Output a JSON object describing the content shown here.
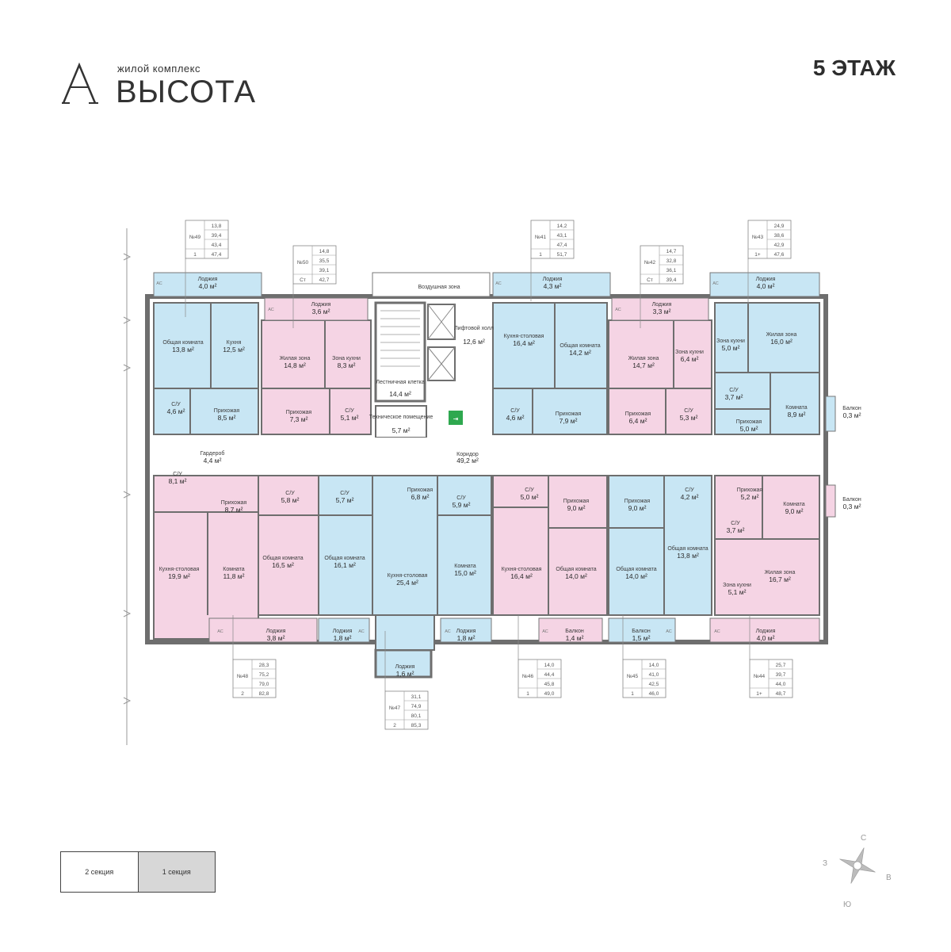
{
  "header": {
    "brand_subtitle": "жилой комплекс",
    "brand_name": "ВЫСОТА",
    "floor_title": "5 ЭТАЖ"
  },
  "colors": {
    "blue_unit": "#c8e6f4",
    "pink_unit": "#f5d4e4",
    "wall": "#6e6e6e",
    "common": "#ffffff"
  },
  "sections": {
    "left": "2 секция",
    "right": "1 секция",
    "active": "right"
  },
  "compass": {
    "north": "С",
    "west": "З",
    "east": "В",
    "south": "Ю"
  },
  "common_areas": {
    "air_zone": "Воздушная зона",
    "lift_hall_label": "Лифтовой холл",
    "lift_hall_area": "12,6 м²",
    "stair_label": "Лестничная клетка",
    "stair_area": "14,4 м²",
    "tech_label": "Техническое помещение",
    "tech_area": "5,7 м²",
    "corridor_label": "Коридор",
    "corridor_area": "49,2 м²",
    "ac": "АС"
  },
  "apartments": [
    {
      "no": "№49",
      "rows": [
        "13,8",
        "39,4",
        "43,4",
        "47,4"
      ],
      "rooms": "1"
    },
    {
      "no": "№50",
      "rows": [
        "14,8",
        "35,5",
        "39,1",
        "42,7"
      ],
      "rooms": "Ст"
    },
    {
      "no": "№41",
      "rows": [
        "14,2",
        "43,1",
        "47,4",
        "51,7"
      ],
      "rooms": "1"
    },
    {
      "no": "№42",
      "rows": [
        "14,7",
        "32,8",
        "36,1",
        "39,4"
      ],
      "rooms": "Ст"
    },
    {
      "no": "№43",
      "rows": [
        "24,9",
        "38,6",
        "42,9",
        "47,6"
      ],
      "rooms": "1+"
    },
    {
      "no": "№48",
      "rows": [
        "28,3",
        "75,2",
        "79,0",
        "82,8"
      ],
      "rooms": "2"
    },
    {
      "no": "№47",
      "rows": [
        "31,1",
        "74,9",
        "80,1",
        "85,3"
      ],
      "rooms": "2"
    },
    {
      "no": "№46",
      "rows": [
        "14,0",
        "44,4",
        "45,8",
        "49,0"
      ],
      "rooms": "1"
    },
    {
      "no": "№45",
      "rows": [
        "14,0",
        "41,0",
        "42,5",
        "46,0"
      ],
      "rooms": "1"
    },
    {
      "no": "№44",
      "rows": [
        "25,7",
        "39,7",
        "44,0",
        "48,7"
      ],
      "rooms": "1+"
    }
  ],
  "rooms": [
    {
      "label": "Лоджия",
      "area": "4,0 м²"
    },
    {
      "label": "Общая комната",
      "area": "13,8 м²"
    },
    {
      "label": "Кухня",
      "area": "12,5 м²"
    },
    {
      "label": "С/У",
      "area": "4,6 м²"
    },
    {
      "label": "Прихожая",
      "area": "8,5 м²"
    },
    {
      "label": "Лоджия",
      "area": "3,6 м²"
    },
    {
      "label": "Жилая зона",
      "area": "14,8 м²"
    },
    {
      "label": "Зона кухни",
      "area": "8,3 м²"
    },
    {
      "label": "Прихожая",
      "area": "7,3 м²"
    },
    {
      "label": "С/У",
      "area": "5,1 м²"
    },
    {
      "label": "Лоджия",
      "area": "4,3 м²"
    },
    {
      "label": "Кухня-столовая",
      "area": "16,4 м²"
    },
    {
      "label": "Общая комната",
      "area": "14,2 м²"
    },
    {
      "label": "С/У",
      "area": "4,6 м²"
    },
    {
      "label": "Прихожая",
      "area": "7,9 м²"
    },
    {
      "label": "Лоджия",
      "area": "3,3 м²"
    },
    {
      "label": "Жилая зона",
      "area": "14,7 м²"
    },
    {
      "label": "Зона кухни",
      "area": "6,4 м²"
    },
    {
      "label": "Прихожая",
      "area": "6,4 м²"
    },
    {
      "label": "С/У",
      "area": "5,3 м²"
    },
    {
      "label": "Лоджия",
      "area": "4,0 м²"
    },
    {
      "label": "Зона кухни",
      "area": "5,0 м²"
    },
    {
      "label": "Жилая зона",
      "area": "16,0 м²"
    },
    {
      "label": "С/У",
      "area": "3,7 м²"
    },
    {
      "label": "Комната",
      "area": "8,9 м²"
    },
    {
      "label": "Прихожая",
      "area": "5,0 м²"
    },
    {
      "label": "Балкон",
      "area": "0,3 м²"
    },
    {
      "label": "Гардероб",
      "area": "4,4 м²"
    },
    {
      "label": "С/У",
      "area": "8,1 м²"
    },
    {
      "label": "Прихожая",
      "area": "8,7 м²"
    },
    {
      "label": "Кухня-столовая",
      "area": "19,9 м²"
    },
    {
      "label": "Комната",
      "area": "11,8 м²"
    },
    {
      "label": "Лоджия",
      "area": "3,8 м²"
    },
    {
      "label": "С/У",
      "area": "5,8 м²"
    },
    {
      "label": "Общая комната",
      "area": "16,5 м²"
    },
    {
      "label": "С/У",
      "area": "5,7 м²"
    },
    {
      "label": "Общая комната",
      "area": "16,1 м²"
    },
    {
      "label": "Лоджия",
      "area": "1,8 м²"
    },
    {
      "label": "Прихожая",
      "area": "6,8 м²"
    },
    {
      "label": "Кухня-столовая",
      "area": "25,4 м²"
    },
    {
      "label": "Лоджия",
      "area": "1,6 м²"
    },
    {
      "label": "С/У",
      "area": "5,9 м²"
    },
    {
      "label": "Комната",
      "area": "15,0 м²"
    },
    {
      "label": "Лоджия",
      "area": "1,8 м²"
    },
    {
      "label": "С/У",
      "area": "5,0 м²"
    },
    {
      "label": "Прихожая",
      "area": "9,0 м²"
    },
    {
      "label": "Кухня-столовая",
      "area": "16,4 м²"
    },
    {
      "label": "Общая комната",
      "area": "14,0 м²"
    },
    {
      "label": "Балкон",
      "area": "1,4 м²"
    },
    {
      "label": "Прихожая",
      "area": "9,0 м²"
    },
    {
      "label": "С/У",
      "area": "4,2 м²"
    },
    {
      "label": "Общая комната",
      "area": "14,0 м²"
    },
    {
      "label": "Общая комната",
      "area": "13,8 м²"
    },
    {
      "label": "Балкон",
      "area": "1,5 м²"
    },
    {
      "label": "Прихожая",
      "area": "5,2 м²"
    },
    {
      "label": "Комната",
      "area": "9,0 м²"
    },
    {
      "label": "С/У",
      "area": "3,7 м²"
    },
    {
      "label": "Зона кухни",
      "area": "5,1 м²"
    },
    {
      "label": "Жилая зона",
      "area": "16,7 м²"
    },
    {
      "label": "Лоджия",
      "area": "4,0 м²"
    },
    {
      "label": "Балкон",
      "area": "0,3 м²"
    }
  ]
}
